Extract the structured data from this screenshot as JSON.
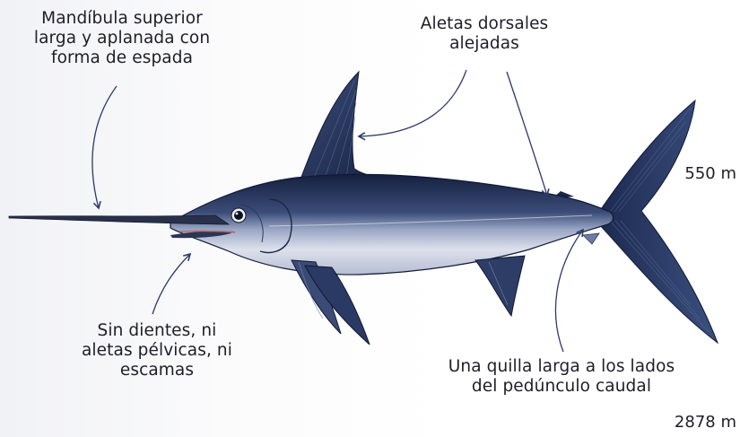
{
  "annotations": {
    "mandible": [
      "Mandíbula superior",
      "larga y aplanada con",
      "forma de espada"
    ],
    "dorsal": [
      "Aletas dorsales",
      "alejadas"
    ],
    "teeth": [
      "Sin dientes, ni",
      "aletas pélvicas, ni",
      "escamas"
    ],
    "keel": [
      "Una quilla larga a los lados",
      "del pedúnculo caudal"
    ]
  },
  "scale": {
    "depth_label": "550 m",
    "bottom_label": "2878 m"
  },
  "colors": {
    "body_dark": "#1f2d52",
    "body_mid": "#43557f",
    "belly": "#c9cfe0",
    "sword": "#29304a",
    "mouth": "#c86a6a"
  }
}
